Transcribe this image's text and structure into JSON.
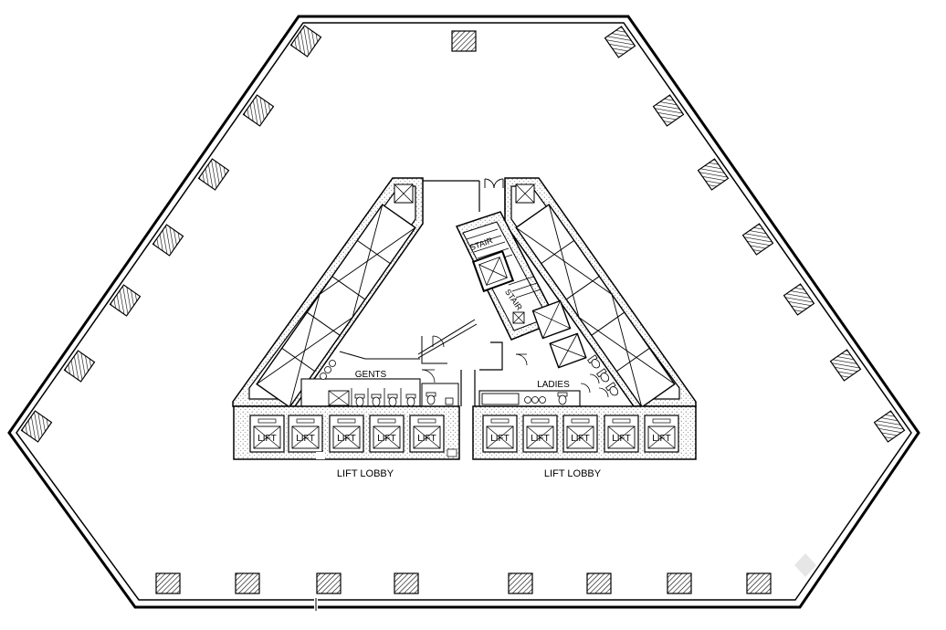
{
  "plan": {
    "labels": {
      "gents": "GENTS",
      "ladies": "LADIES",
      "stair_upper": "STAIR",
      "stair_lower": "STAIR",
      "lift_lobby_left": "LIFT LOBBY",
      "lift_lobby_right": "LIFT LOBBY"
    },
    "lifts_left": [
      "LIFT",
      "LIFT",
      "LIFT",
      "LIFT",
      "LIFT"
    ],
    "lifts_right": [
      "LIFT",
      "LIFT",
      "LIFT",
      "LIFT",
      "LIFT"
    ],
    "colors": {
      "line": "#000000",
      "hatch": "#000000",
      "background": "#ffffff",
      "core_fill": "#d9d9d9"
    }
  }
}
